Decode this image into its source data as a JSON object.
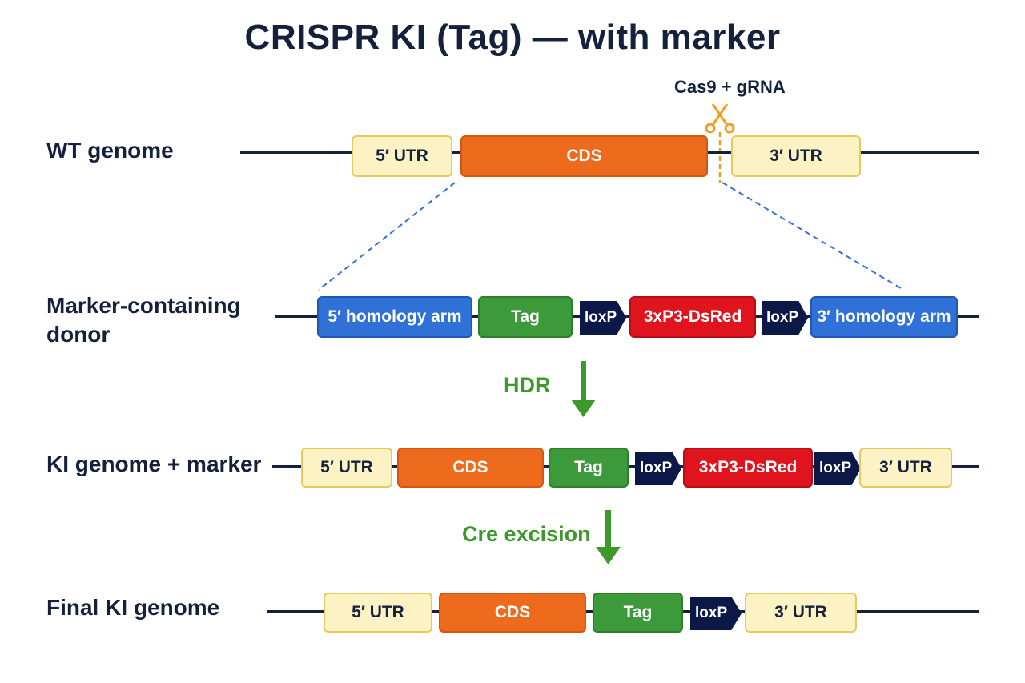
{
  "title": "CRISPR KI (Tag) — with marker",
  "cas9_label": "Cas9 + gRNA",
  "rows": {
    "wt": {
      "label": "WT genome",
      "utr5": "5′ UTR",
      "cds": "CDS",
      "utr3": "3′ UTR"
    },
    "donor": {
      "label_line1": "Marker-containing",
      "label_line2": "donor",
      "arm5": "5′ homology arm",
      "tag": "Tag",
      "loxp1": "loxP",
      "marker": "3xP3-DsRed",
      "loxp2": "loxP",
      "arm3": "3′ homology arm"
    },
    "ki_marker": {
      "label": "KI genome + marker",
      "utr5": "5′ UTR",
      "cds": "CDS",
      "tag": "Tag",
      "loxp1": "loxP",
      "marker": "3xP3-DsRed",
      "loxp2": "loxP",
      "utr3": "3′ UTR"
    },
    "final": {
      "label": "Final KI genome",
      "utr5": "5′ UTR",
      "cds": "CDS",
      "tag": "Tag",
      "loxp": "loxP",
      "utr3": "3′ UTR"
    }
  },
  "steps": {
    "hdr": "HDR",
    "cre": "Cre excision"
  },
  "colors": {
    "utr": "#fdf2c4",
    "cds": "#ee6a1d",
    "tag": "#3d9a3a",
    "homology_arm": "#2f71d6",
    "marker": "#e0141d",
    "loxp": "#0b1848",
    "step_arrow": "#3d9a2a",
    "cut_site": "#f0a020",
    "guide_lines": "#2f71d6"
  },
  "icons": {
    "cut": "scissors-icon"
  }
}
